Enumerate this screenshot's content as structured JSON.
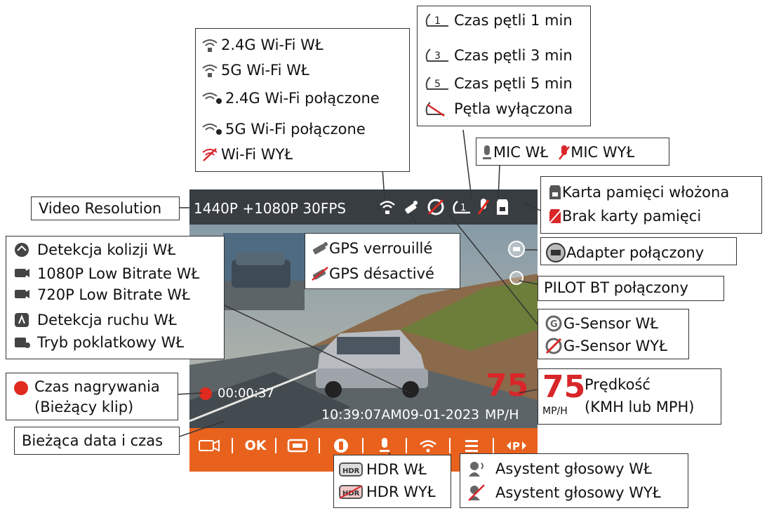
{
  "screen": {
    "resolution": "1440P +1080P 30FPS",
    "rec_time": "00:00:37",
    "datetime": "10:39:07AM09-01-2023",
    "speed_value": "75",
    "speed_unit": "MP/H",
    "bottom_bar": {
      "ok_label": "OK"
    }
  },
  "wifi_legend": [
    "2.4G Wi-Fi WŁ",
    "5G Wi-Fi WŁ",
    "2.4G Wi-Fi połączone",
    "5G Wi-Fi połączone",
    "Wi-Fi WYŁ"
  ],
  "loop_legend": [
    "Czas pętli 1 min",
    "Czas pętli 3 min",
    "Czas pętli 5 min",
    "Pętla wyłączona"
  ],
  "mic_legend": {
    "on": "MIC WŁ",
    "off": "MIC WYŁ"
  },
  "card_legend": {
    "inserted": "Karta pamięci włożona",
    "missing": "Brak karty pamięci"
  },
  "video_resolution_label": "Video Resolution",
  "detect_legend": [
    "Detekcja kolizji WŁ",
    "1080P Low Bitrate WŁ",
    "720P Low Bitrate WŁ",
    "Detekcja ruchu WŁ",
    "Tryb poklatkowy WŁ"
  ],
  "gps_legend": {
    "locked": "GPS verrouillé",
    "disabled": "GPS désactivé"
  },
  "adapter_label": "Adapter połączony",
  "bt_label": "PILOT BT połączony",
  "gsensor_legend": {
    "on": "G-Sensor WŁ",
    "off": "G-Sensor WYŁ"
  },
  "rec_legend": {
    "line1": "Czas nagrywania",
    "line2": "(Bieżący klip)"
  },
  "speed_legend": {
    "value": "75",
    "unit": "MP/H",
    "line1": "Prędkość",
    "line2": "(KMH lub MPH)"
  },
  "datetime_label": "Bieżąca data i czas",
  "hdr_legend": {
    "on": "HDR WŁ",
    "off": "HDR WYŁ"
  },
  "voice_legend": {
    "on": "Asystent głosowy WŁ",
    "off": "Asystent głosowy WYŁ"
  },
  "colors": {
    "accent_orange": "#e8621e",
    "speed_red": "#d8262a",
    "rec_red": "#e02a1f"
  }
}
